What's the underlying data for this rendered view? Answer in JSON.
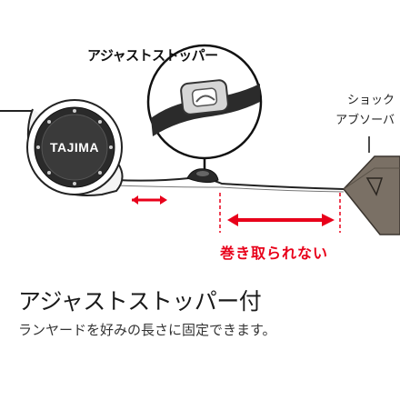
{
  "diagram": {
    "brand_logo": "TAJIMA",
    "label_stopper": "アジャストストッパー",
    "label_absorber_line1": "ショック",
    "label_absorber_line2": "アブソーバ",
    "label_no_retract": "巻き取られない",
    "accent_color": "#e8001a"
  },
  "content": {
    "heading": "アジャストストッパー付",
    "description": "ランヤードを好みの長さに固定できます。"
  }
}
